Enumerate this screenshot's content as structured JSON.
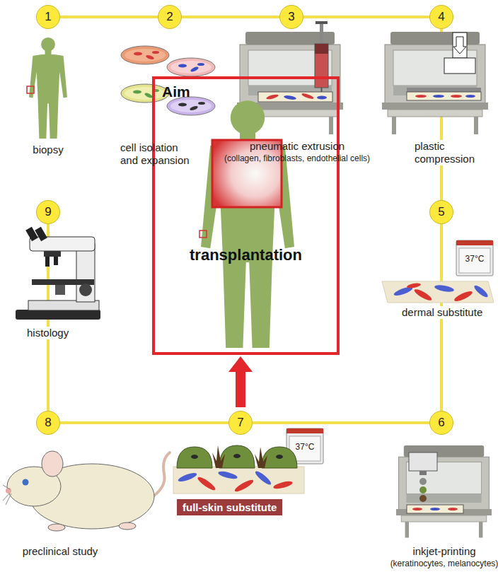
{
  "diagram": {
    "nodes": [
      {
        "text": [
          "1"
        ]
      },
      {
        "text": [
          "2"
        ]
      },
      {
        "text": [
          "3"
        ]
      },
      {
        "text": [
          "4"
        ]
      },
      {
        "text": [
          "5"
        ]
      },
      {
        "text": [
          "6"
        ]
      },
      {
        "text": [
          "7"
        ]
      },
      {
        "text": [
          "8"
        ]
      },
      {
        "text": [
          "9"
        ]
      },
      {
        "text": [
          "Aim",
          "transplantation"
        ]
      },
      {
        "text": [
          "full-skin substitute"
        ]
      }
    ],
    "edges": [
      {
        "from": 0,
        "to": 1,
        "arrow": "none"
      },
      {
        "from": 1,
        "to": 2,
        "arrow": "none"
      },
      {
        "from": 2,
        "to": 3,
        "arrow": "none"
      },
      {
        "from": 3,
        "to": 4,
        "arrow": "none"
      },
      {
        "from": 4,
        "to": 5,
        "arrow": "none"
      },
      {
        "from": 5,
        "to": 6,
        "arrow": "none"
      },
      {
        "from": 6,
        "to": 7,
        "arrow": "none"
      },
      {
        "from": 7,
        "to": 8,
        "arrow": "none"
      },
      {
        "from": 6,
        "to": 9,
        "arrow": "to"
      }
    ],
    "labels": [
      "biopsy",
      "cell isolation and expansion",
      "pneumatic extrusion",
      "(collagen, fibroblasts, endothelial cells)",
      "plastic compression",
      "37°C",
      "dermal substitute",
      "inkjet-printing",
      "(keratinocytes, melanocytes)",
      "37°C",
      "preclinical study",
      "histology"
    ]
  }
}
